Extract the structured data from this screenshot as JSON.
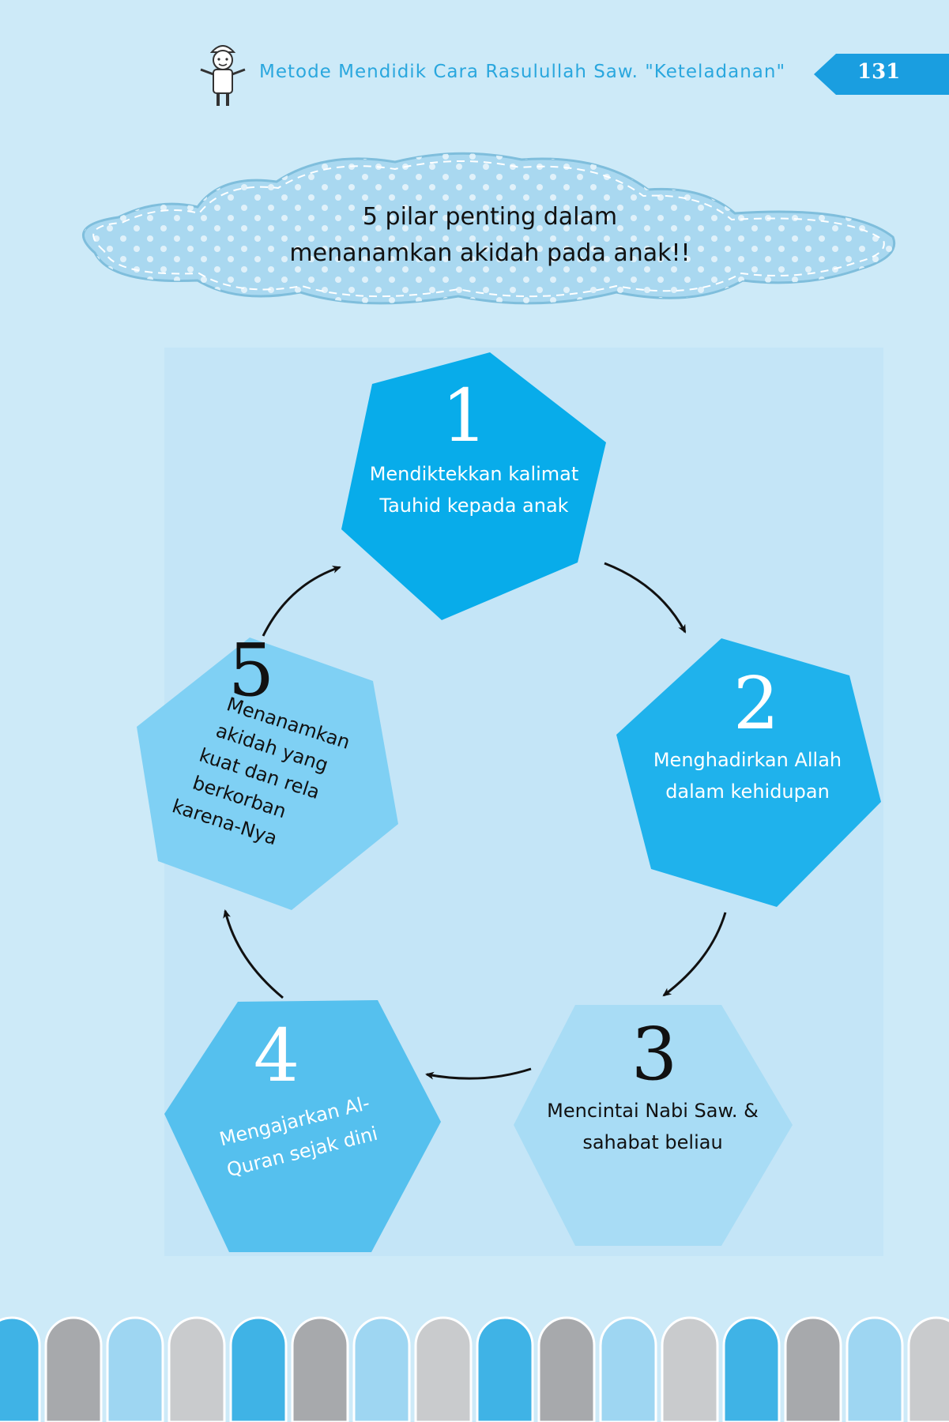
{
  "header": {
    "running_title": "Metode Mendidik Cara Rasulullah Saw. \"Keteladanan\"",
    "page_number": "131"
  },
  "cloud": {
    "line1": "5 pilar penting dalam",
    "line2": "menanamkan akidah pada anak!!"
  },
  "pillars": [
    {
      "number": "1",
      "lines": [
        "Mendiktekkan kalimat",
        "Tauhid kepada anak"
      ]
    },
    {
      "number": "2",
      "lines": [
        "Menghadirkan Allah",
        "dalam kehidupan"
      ]
    },
    {
      "number": "3",
      "lines": [
        "Mencintai Nabi Saw. &",
        "sahabat beliau"
      ]
    },
    {
      "number": "4",
      "lines": [
        "Mengajarkan Al-",
        "Quran sejak dini"
      ]
    },
    {
      "number": "5",
      "lines": [
        "Menanamkan",
        "akidah yang",
        "kuat dan rela",
        "berkorban",
        "karena-Nya"
      ]
    }
  ],
  "colors": {
    "page_bg": "#cdeaf8",
    "accent": "#1a9ee0",
    "hex1": "#08acea",
    "hex2": "#1fb2ec",
    "hex3": "#a8dcf5",
    "hex4": "#55c0ee",
    "hex5": "#7fd0f4"
  }
}
